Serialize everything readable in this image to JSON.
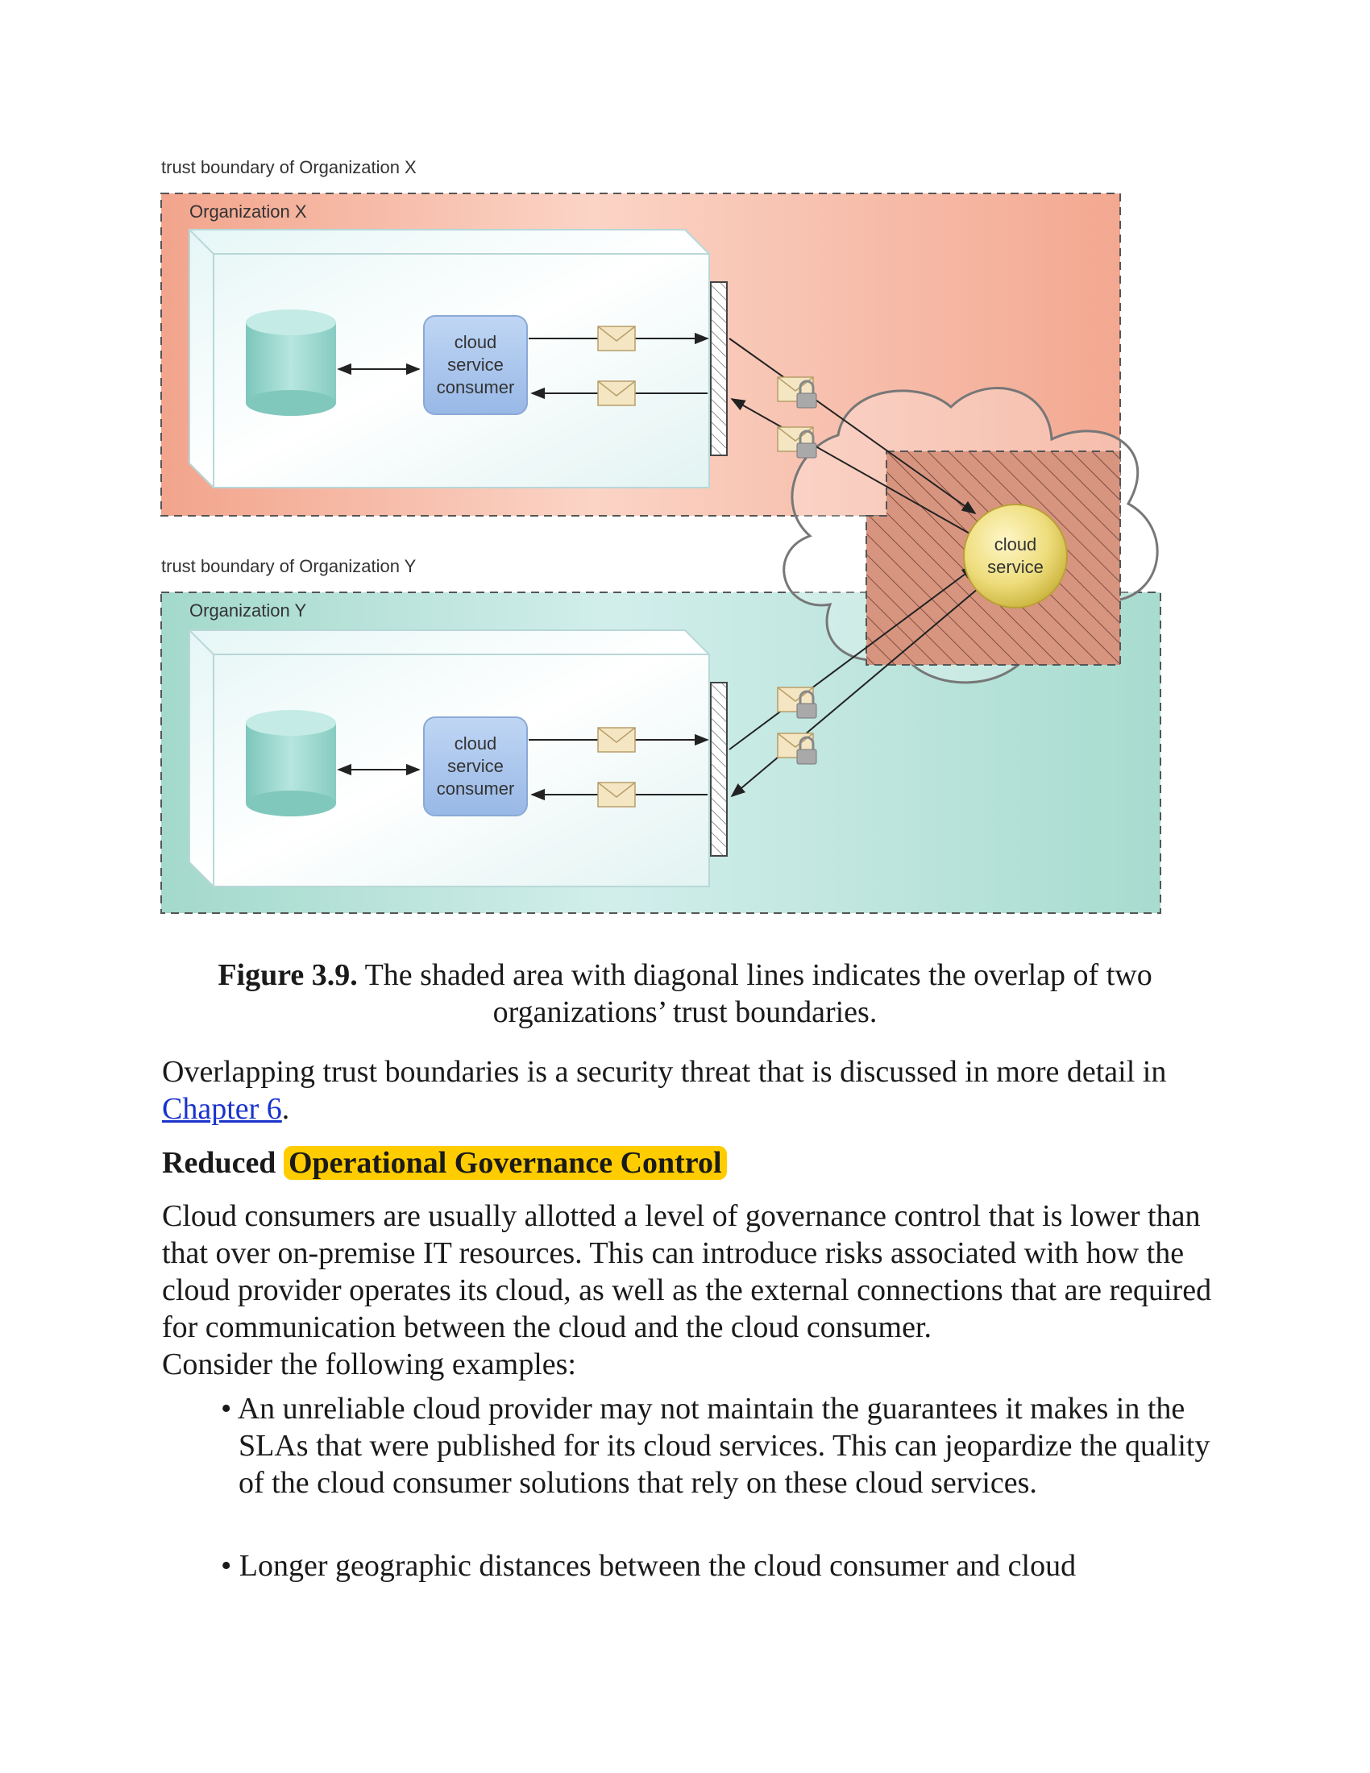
{
  "figure": {
    "label_boundary_x": "trust boundary of Organization X",
    "label_org_x": "Organization X",
    "label_boundary_y": "trust boundary of Organization Y",
    "label_org_y": "Organization Y",
    "consumer_label_lines": [
      "cloud",
      "service",
      "consumer"
    ],
    "service_label_lines": [
      "cloud",
      "service"
    ],
    "colors": {
      "org_x_fill": "#f3a891",
      "org_y_fill": "#a8dccf",
      "overlap_fill": "#d99780",
      "consumer_box": "#a9c6ec",
      "database": "#9ed8cf",
      "service_sphere": "#eadb7a"
    }
  },
  "caption": {
    "figure_number": "Figure 3.9.",
    "text": " The shaded area with diagonal lines indicates the overlap of two organizations’ trust boundaries."
  },
  "para1": {
    "text": "Overlapping trust boundaries is a security threat that is discussed in more detail in ",
    "link": "Chapter 6",
    "end": "."
  },
  "heading": {
    "prefix": "Reduced",
    "highlighted": "Operational Governance Control"
  },
  "para2": "Cloud consumers are usually allotted a level of governance control that is lower than that over on-premise IT resources. This can introduce risks associated with how the cloud provider operates its cloud, as well as the external connections that are required for communication between the cloud and the cloud consumer.",
  "para3": "Consider the following examples:",
  "bullets": [
    "• An unreliable cloud provider may not maintain the guarantees it makes in the SLAs that were published for its cloud services. This can jeopardize the quality of the cloud consumer solutions that rely on these cloud services.",
    "• Longer geographic distances between the cloud consumer and cloud"
  ]
}
